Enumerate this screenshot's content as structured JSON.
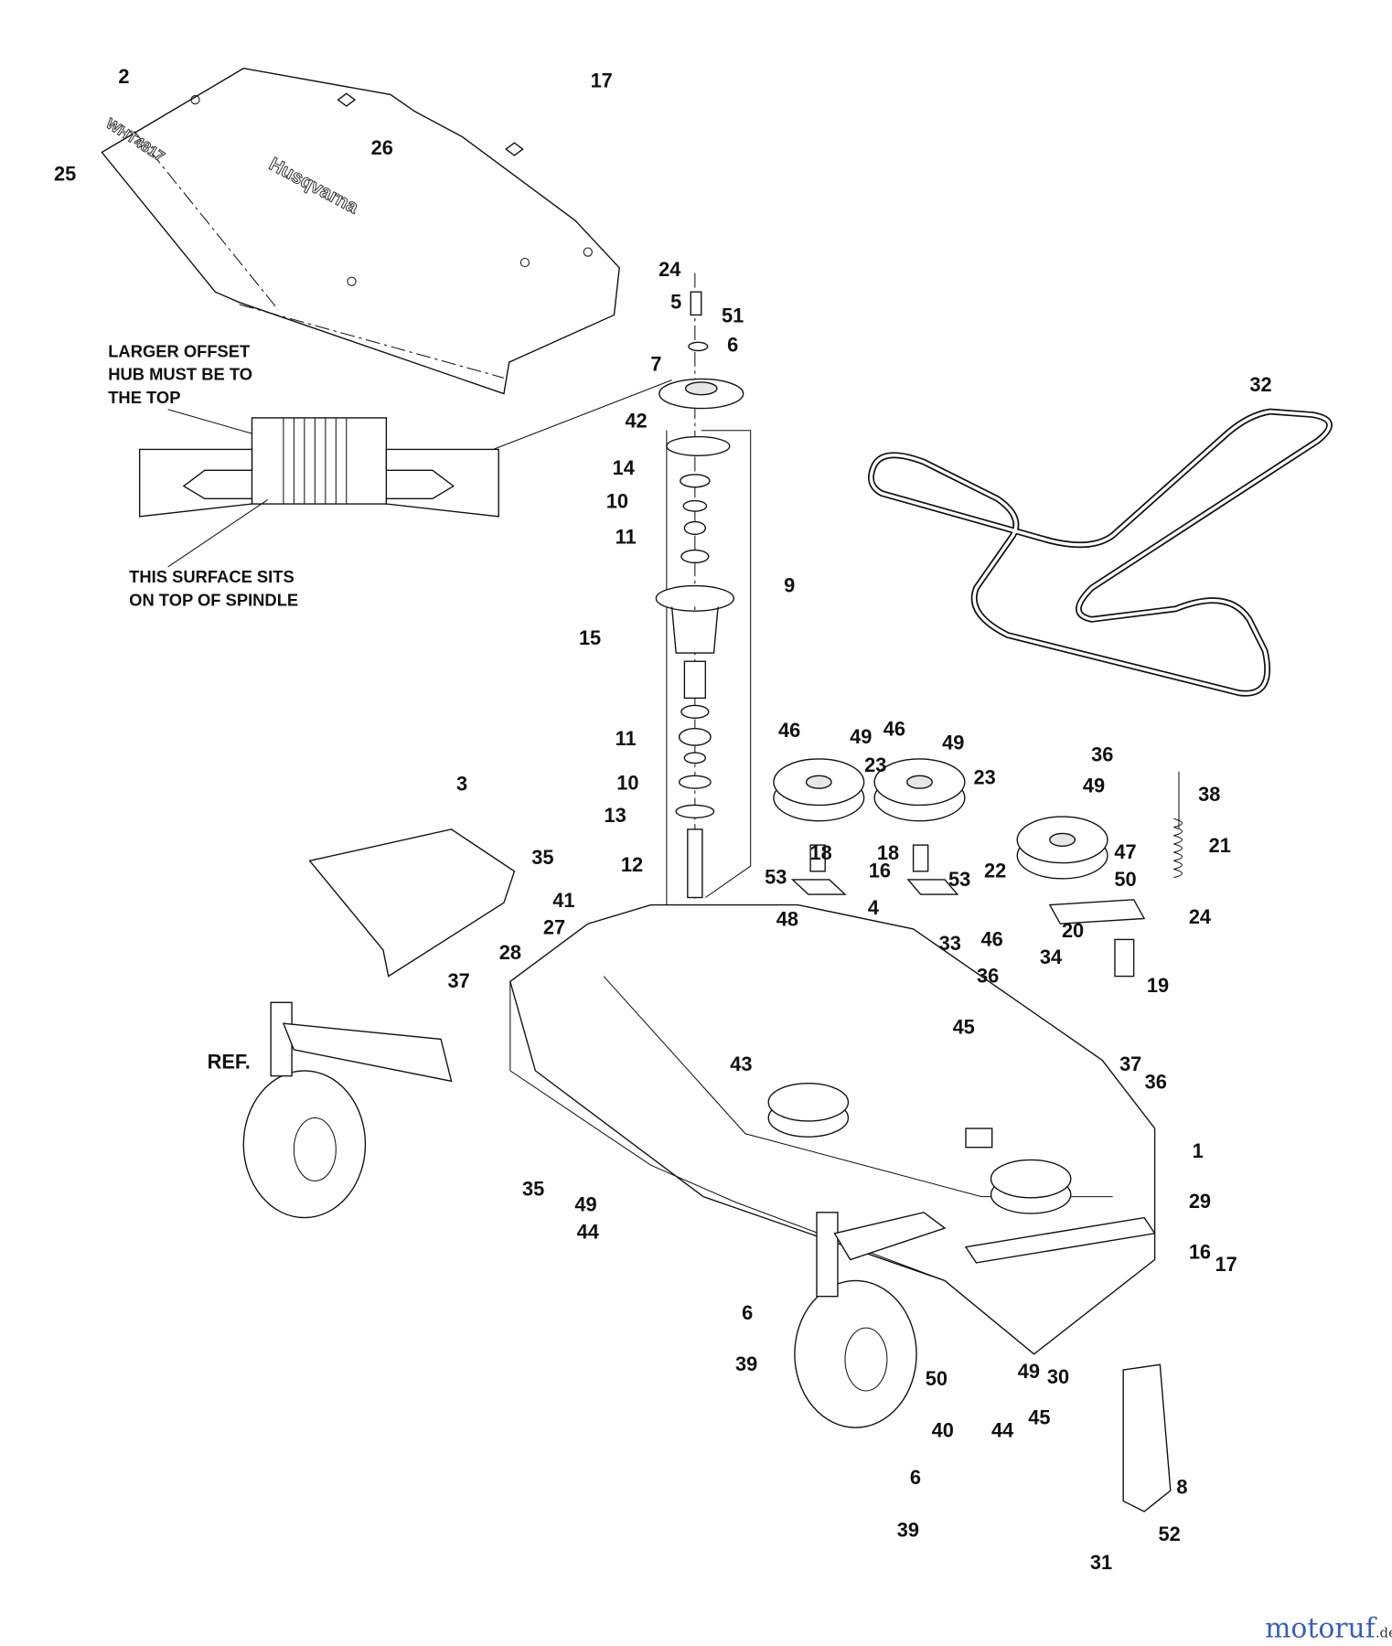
{
  "diagram": {
    "callouts": [
      "2",
      "17",
      "26",
      "25",
      "24",
      "5",
      "51",
      "6",
      "7",
      "42",
      "14",
      "10",
      "11",
      "9",
      "15",
      "11",
      "10",
      "13",
      "12",
      "32",
      "46",
      "49",
      "46",
      "49",
      "23",
      "23",
      "36",
      "49",
      "38",
      "21",
      "47",
      "50",
      "22",
      "18",
      "18",
      "16",
      "53",
      "53",
      "4",
      "20",
      "24",
      "19",
      "3",
      "35",
      "41",
      "27",
      "48",
      "28",
      "33",
      "46",
      "34",
      "36",
      "37",
      "45",
      "43",
      "37",
      "36",
      "REF.",
      "1",
      "29",
      "35",
      "49",
      "44",
      "16",
      "17",
      "6",
      "39",
      "50",
      "49",
      "30",
      "40",
      "44",
      "45",
      "8",
      "6",
      "39",
      "52",
      "31"
    ],
    "notes": {
      "offset_hub": [
        "LARGER OFFSET",
        "HUB MUST BE TO",
        "THE TOP"
      ],
      "surface": [
        "THIS SURFACE SITS",
        "ON TOP OF SPINDLE"
      ]
    },
    "decals": {
      "brand": "Husqvarna",
      "model": "WHT4817"
    },
    "watermark": {
      "main": "motoruf",
      "tld": ".de"
    },
    "colors": {
      "line": "#111111",
      "background": "#ffffff"
    }
  }
}
